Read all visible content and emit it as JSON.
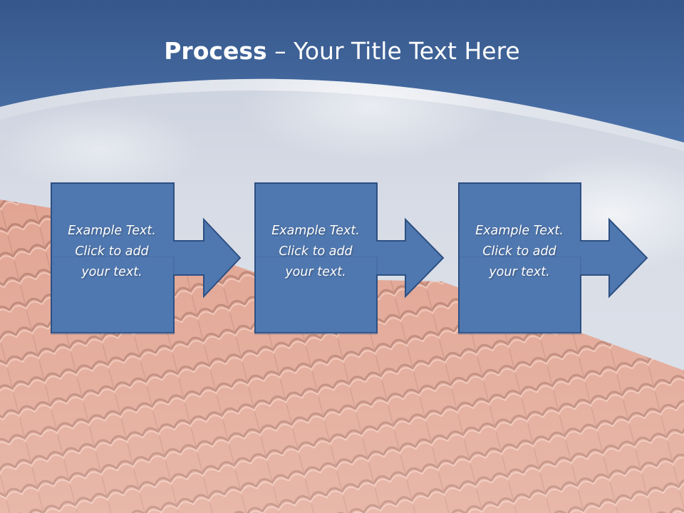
{
  "slide": {
    "title_bold": "Process",
    "title_rest": " – Your Title Text Here"
  },
  "steps": [
    {
      "line1": "Example Text.",
      "line2": "Click  to add",
      "line3": "your text."
    },
    {
      "line1": "Example Text.",
      "line2": "Click  to add",
      "line3": "your text."
    },
    {
      "line1": "Example Text.",
      "line2": "Click  to add",
      "line3": "your text."
    }
  ],
  "colors": {
    "header_blue": "#3f659c",
    "box_fill": "#5078b0",
    "box_stroke": "#2d4f82",
    "tile_terracotta": "#dd9a86"
  }
}
